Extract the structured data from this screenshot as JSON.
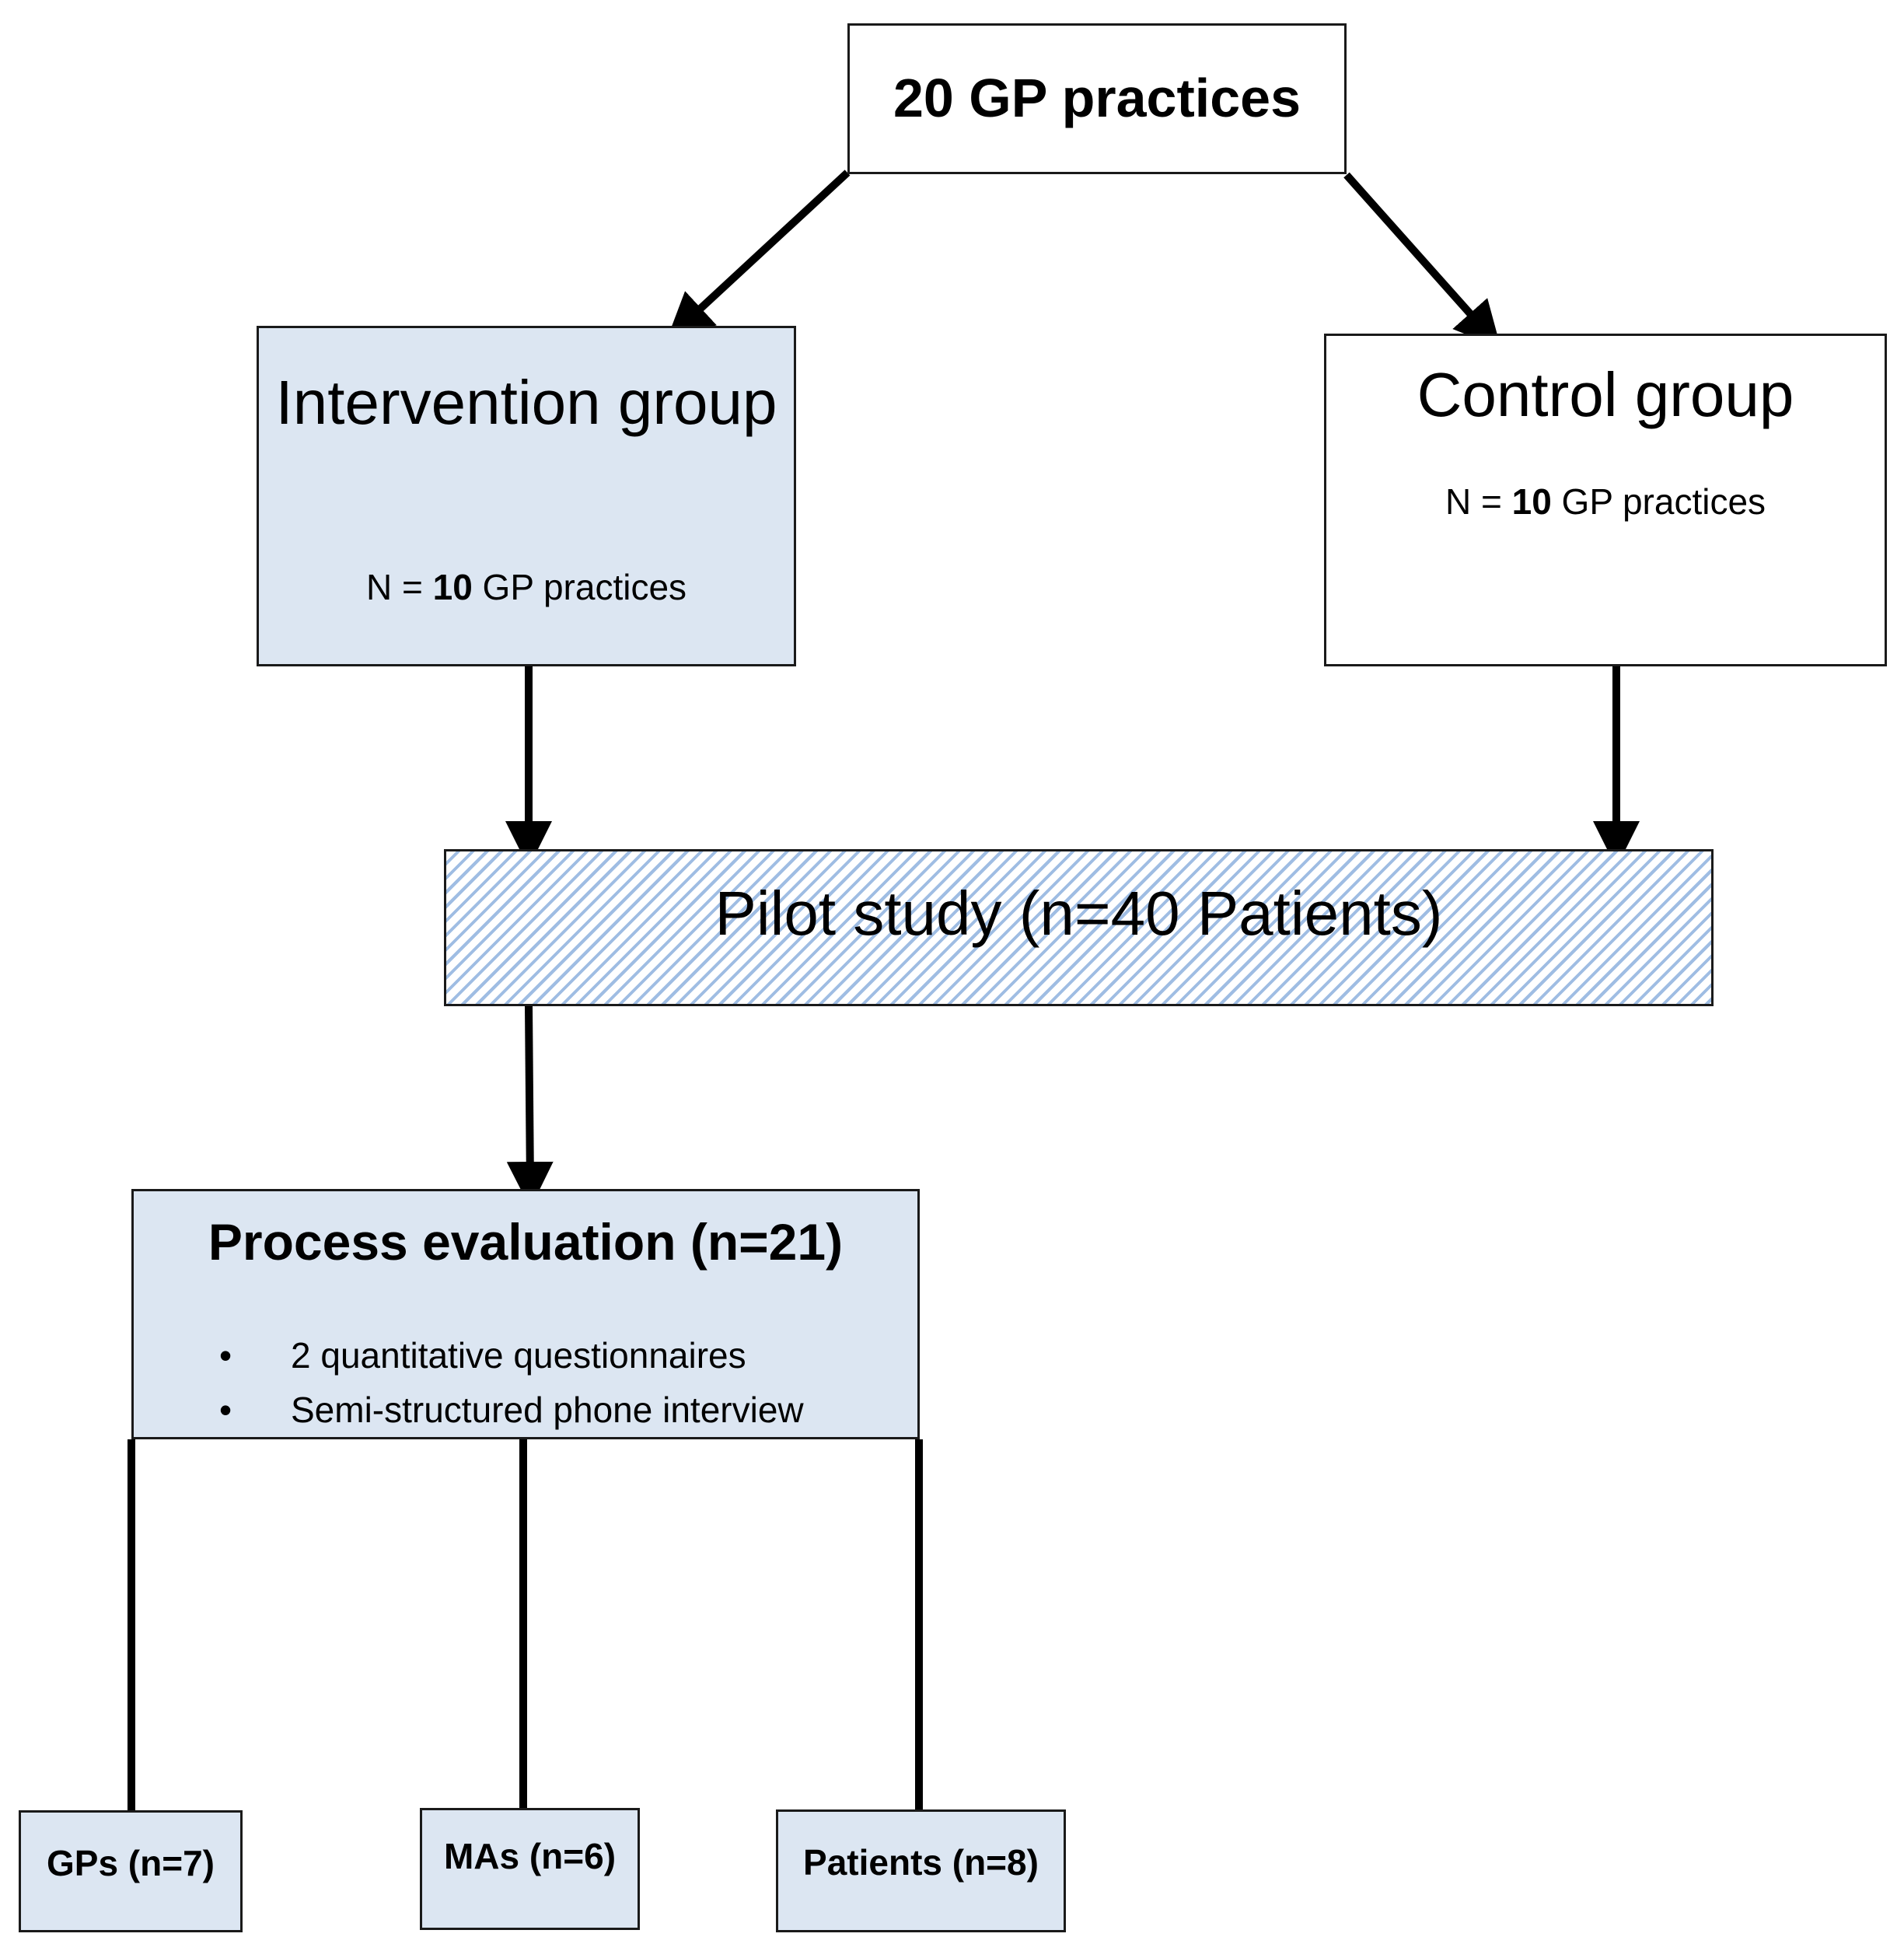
{
  "top_box": {
    "title": "20 GP practices"
  },
  "intervention": {
    "title": "Intervention group",
    "sub_prefix": "N = ",
    "sub_number": "10",
    "sub_suffix": " GP practices"
  },
  "control": {
    "title": "Control group",
    "sub_prefix": "N = ",
    "sub_number": "10",
    "sub_suffix": " GP practices"
  },
  "pilot": {
    "title": "Pilot study (n=40 Patients)"
  },
  "process": {
    "title": "Process evaluation (n=21)",
    "bullet_symbol": "•",
    "bullets": [
      "2 quantitative questionnaires",
      "Semi-structured phone interview"
    ]
  },
  "leaves": {
    "gps": "GPs (n=7)",
    "mas": "MAs (n=6)",
    "patients": "Patients (n=8)"
  },
  "colors": {
    "box_fill": "#dce6f2",
    "hatch_line": "#9fbde3",
    "stroke": "#000000"
  }
}
